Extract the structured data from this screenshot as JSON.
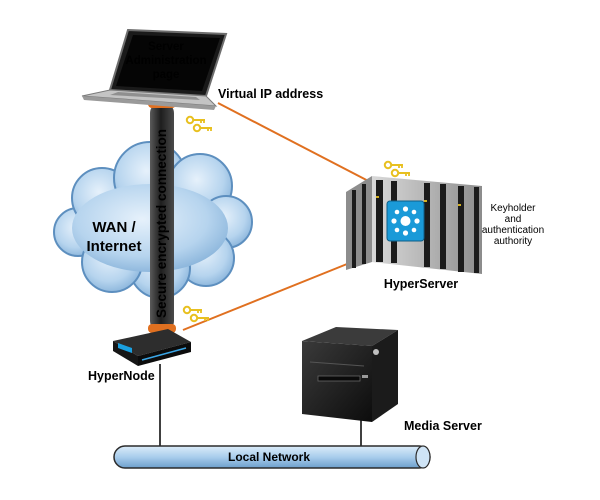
{
  "laptop": {
    "screen_lines": [
      "Server",
      "Administration",
      "page"
    ]
  },
  "labels": {
    "virtual_ip": "Virtual IP address",
    "tunnel": "Secure encrypted connection",
    "cloud_lines": [
      "WAN /",
      "Internet"
    ],
    "hyperserver": "HyperServer",
    "keyholder_lines": [
      "Keyholder",
      "and",
      "authentication",
      "authority"
    ],
    "hypernode": "HyperNode",
    "media_server": "Media Server",
    "local_network": "Local Network"
  },
  "colors": {
    "connection": "#e07020",
    "key": "#e8c020",
    "cloud": "#a8cbe8",
    "cloud_edge": "#5d8fbf",
    "network_pipe": "#b8d8f2",
    "tunnel": "#2b2b2b",
    "hyperserver_logo": "#1a9ad8"
  },
  "icons": [
    "laptop-icon",
    "key-icon",
    "cloud-icon",
    "server-rack-icon",
    "router-icon",
    "media-server-icon"
  ]
}
